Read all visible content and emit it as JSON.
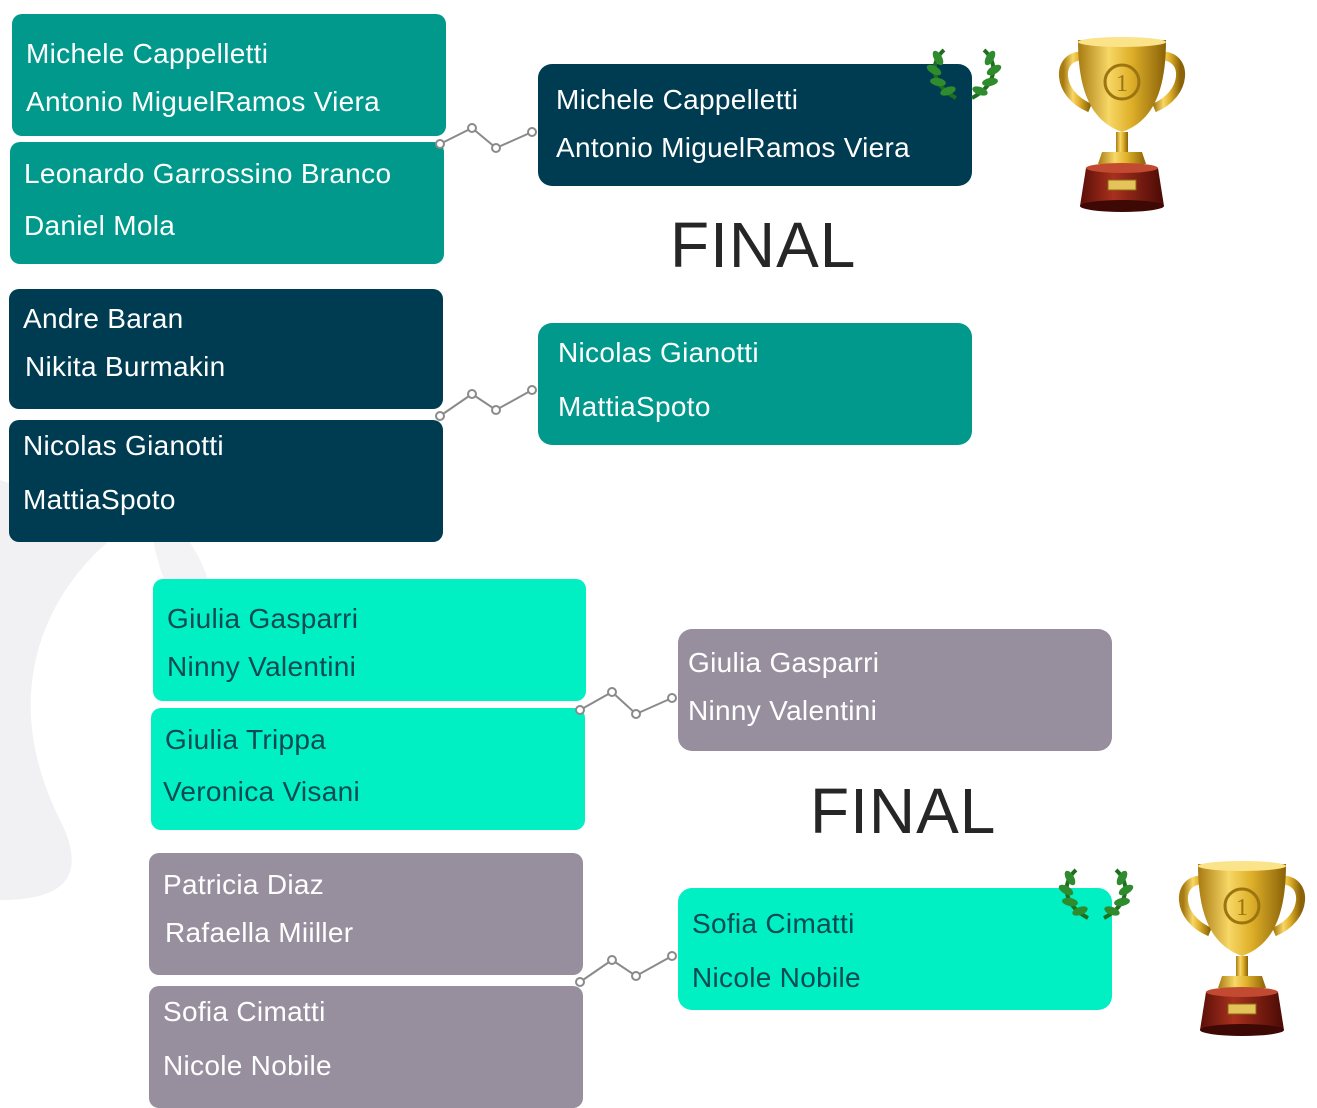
{
  "colors": {
    "teal": "#00998b",
    "navy": "#003c51",
    "mint": "#00efc3",
    "grey": "#978f9e",
    "laurel": "#1f7a1f",
    "trophy_gold": "#d4a017",
    "trophy_base": "#7a1a10"
  },
  "bracket_1": {
    "round1": [
      {
        "player_a": "Michele Cappelletti",
        "player_b": "Antonio MiguelRamos Viera"
      },
      {
        "player_a": "Leonardo Garrossino Branco",
        "player_b": "Daniel Mola"
      },
      {
        "player_a": "Andre Baran",
        "player_b": "Nikita Burmakin"
      },
      {
        "player_a": "Nicolas Gianotti",
        "player_b": "MattiaSpoto"
      }
    ],
    "final": [
      {
        "player_a": "Michele Cappelletti",
        "player_b": "Antonio MiguelRamos Viera",
        "winner": true
      },
      {
        "player_a": "Nicolas Gianotti",
        "player_b": "MattiaSpoto",
        "winner": false
      }
    ],
    "final_label": "FINAL",
    "winner_icon": "laurel-icon",
    "trophy_icon": "trophy-icon"
  },
  "bracket_2": {
    "round1": [
      {
        "player_a": "Giulia Gasparri",
        "player_b": "Ninny Valentini"
      },
      {
        "player_a": "Giulia Trippa",
        "player_b": "Veronica Visani"
      },
      {
        "player_a": "Patricia Diaz",
        "player_b": "Rafaella Miiller"
      },
      {
        "player_a": "Sofia Cimatti",
        "player_b": "Nicole Nobile"
      }
    ],
    "final": [
      {
        "player_a": "Giulia Gasparri",
        "player_b": "Ninny Valentini",
        "winner": false
      },
      {
        "player_a": "Sofia Cimatti",
        "player_b": "Nicole Nobile",
        "winner": true
      }
    ],
    "final_label": "FINAL",
    "winner_icon": "laurel-icon",
    "trophy_icon": "trophy-icon"
  }
}
